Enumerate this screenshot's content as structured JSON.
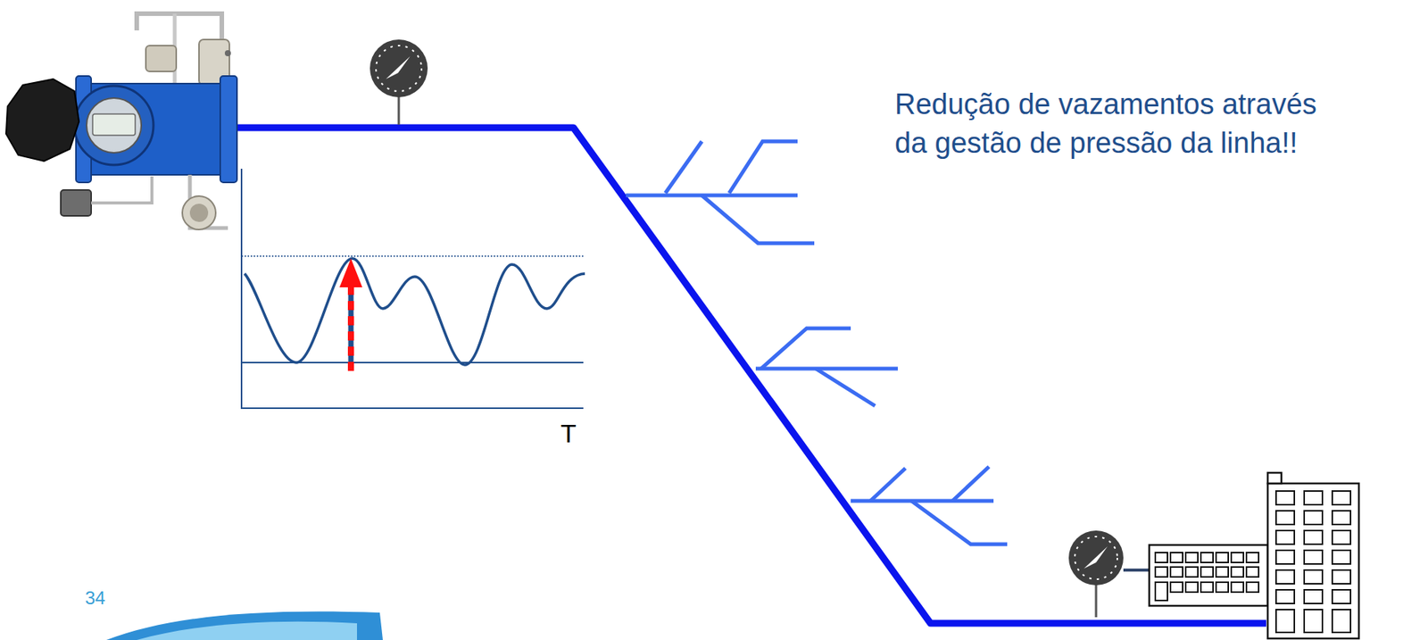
{
  "diagram": {
    "labels": [
      "Redução de vazamentos através da gestão de pressão da linha!!",
      "T",
      "34"
    ]
  }
}
